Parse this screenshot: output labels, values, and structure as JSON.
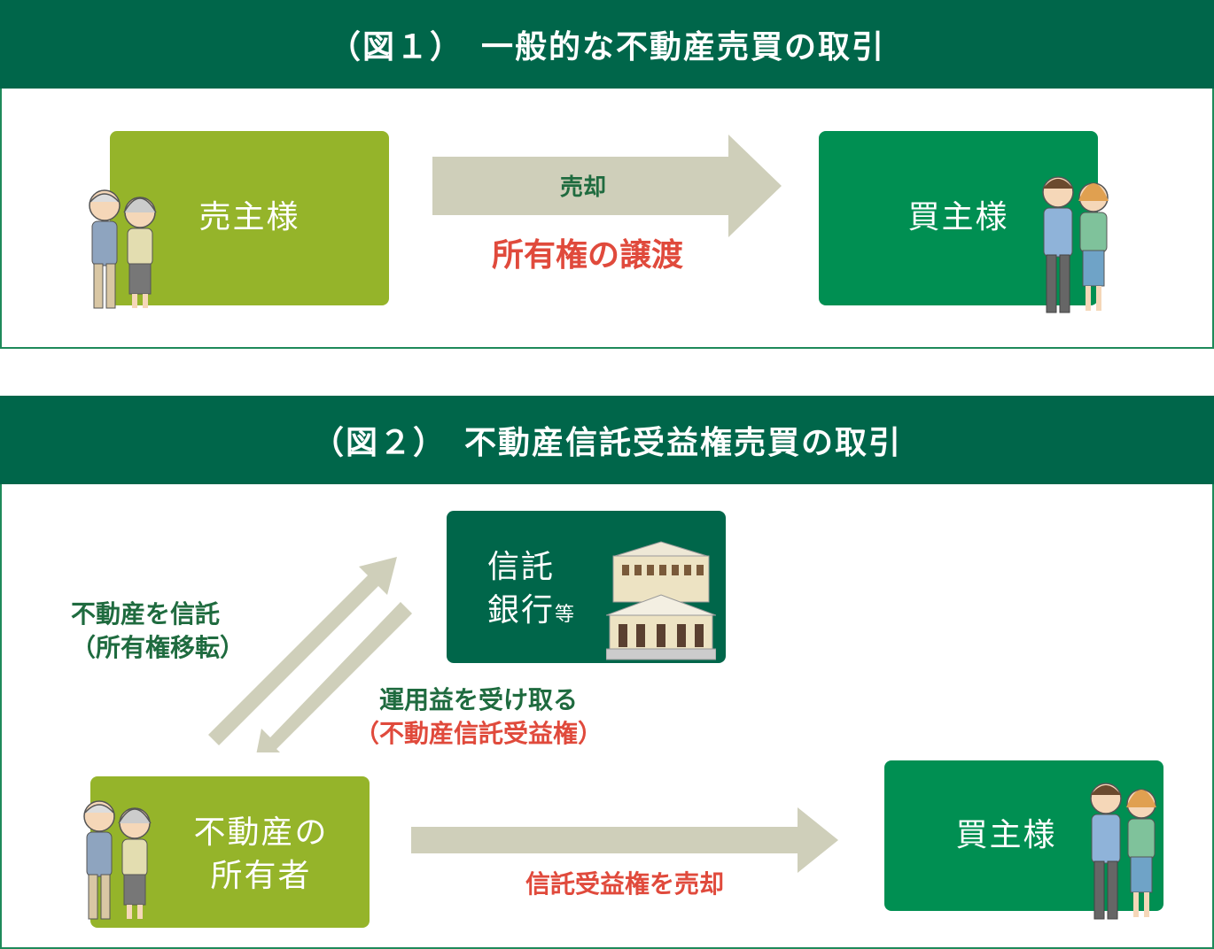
{
  "figure1": {
    "title": "（図１）　一般的な不動産売買の取引",
    "seller": "売主様",
    "arrow_label": "売却",
    "transfer_label": "所有権の譲渡",
    "buyer": "買主様"
  },
  "figure2": {
    "title": "（図２）　不動産信託受益権売買の取引",
    "trust_bank_line1": "信託",
    "trust_bank_line2": "銀行",
    "trust_bank_suffix": "等",
    "entrust_line1": "不動産を信託",
    "entrust_line2": "（所有権移転）",
    "receive_line1": "運用益を受け取る",
    "receive_line2": "（不動産信託受益権）",
    "owner_line1": "不動産の",
    "owner_line2": "所有者",
    "sell_label": "信託受益権を売却",
    "buyer": "買主様"
  },
  "colors": {
    "header": "#00664a",
    "seller_box": "#95b42a",
    "buyer_box": "#008f52",
    "arrow": "#cfcfba",
    "red_text": "#e04a3c",
    "green_text": "#1f6b3f"
  }
}
